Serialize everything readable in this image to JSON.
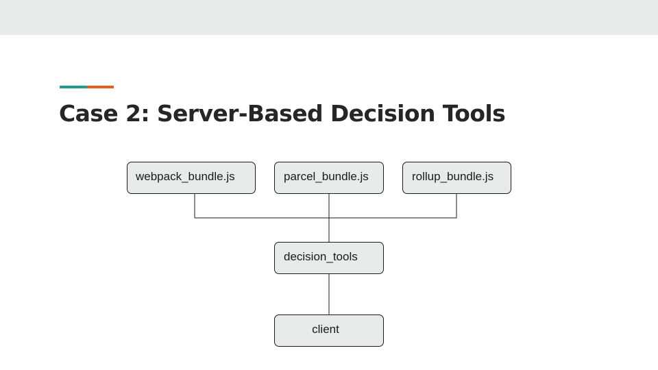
{
  "slide": {
    "title": "Case 2: Server-Based Decision Tools"
  },
  "colors": {
    "top_band": "#e8ebeb",
    "accent_teal": "#1f9c8f",
    "accent_orange": "#e0621b",
    "title_text": "#262626",
    "node_fill": "#e8ebeb",
    "node_border": "#1a1a1a",
    "connector": "#1a1a1a"
  },
  "diagram": {
    "nodes": {
      "webpack": "webpack_bundle.js",
      "parcel": "parcel_bundle.js",
      "rollup": "rollup_bundle.js",
      "decision_tools": "decision_tools",
      "client": "client"
    },
    "edges": [
      [
        "webpack_bundle.js",
        "decision_tools"
      ],
      [
        "parcel_bundle.js",
        "decision_tools"
      ],
      [
        "rollup_bundle.js",
        "decision_tools"
      ],
      [
        "decision_tools",
        "client"
      ]
    ]
  }
}
